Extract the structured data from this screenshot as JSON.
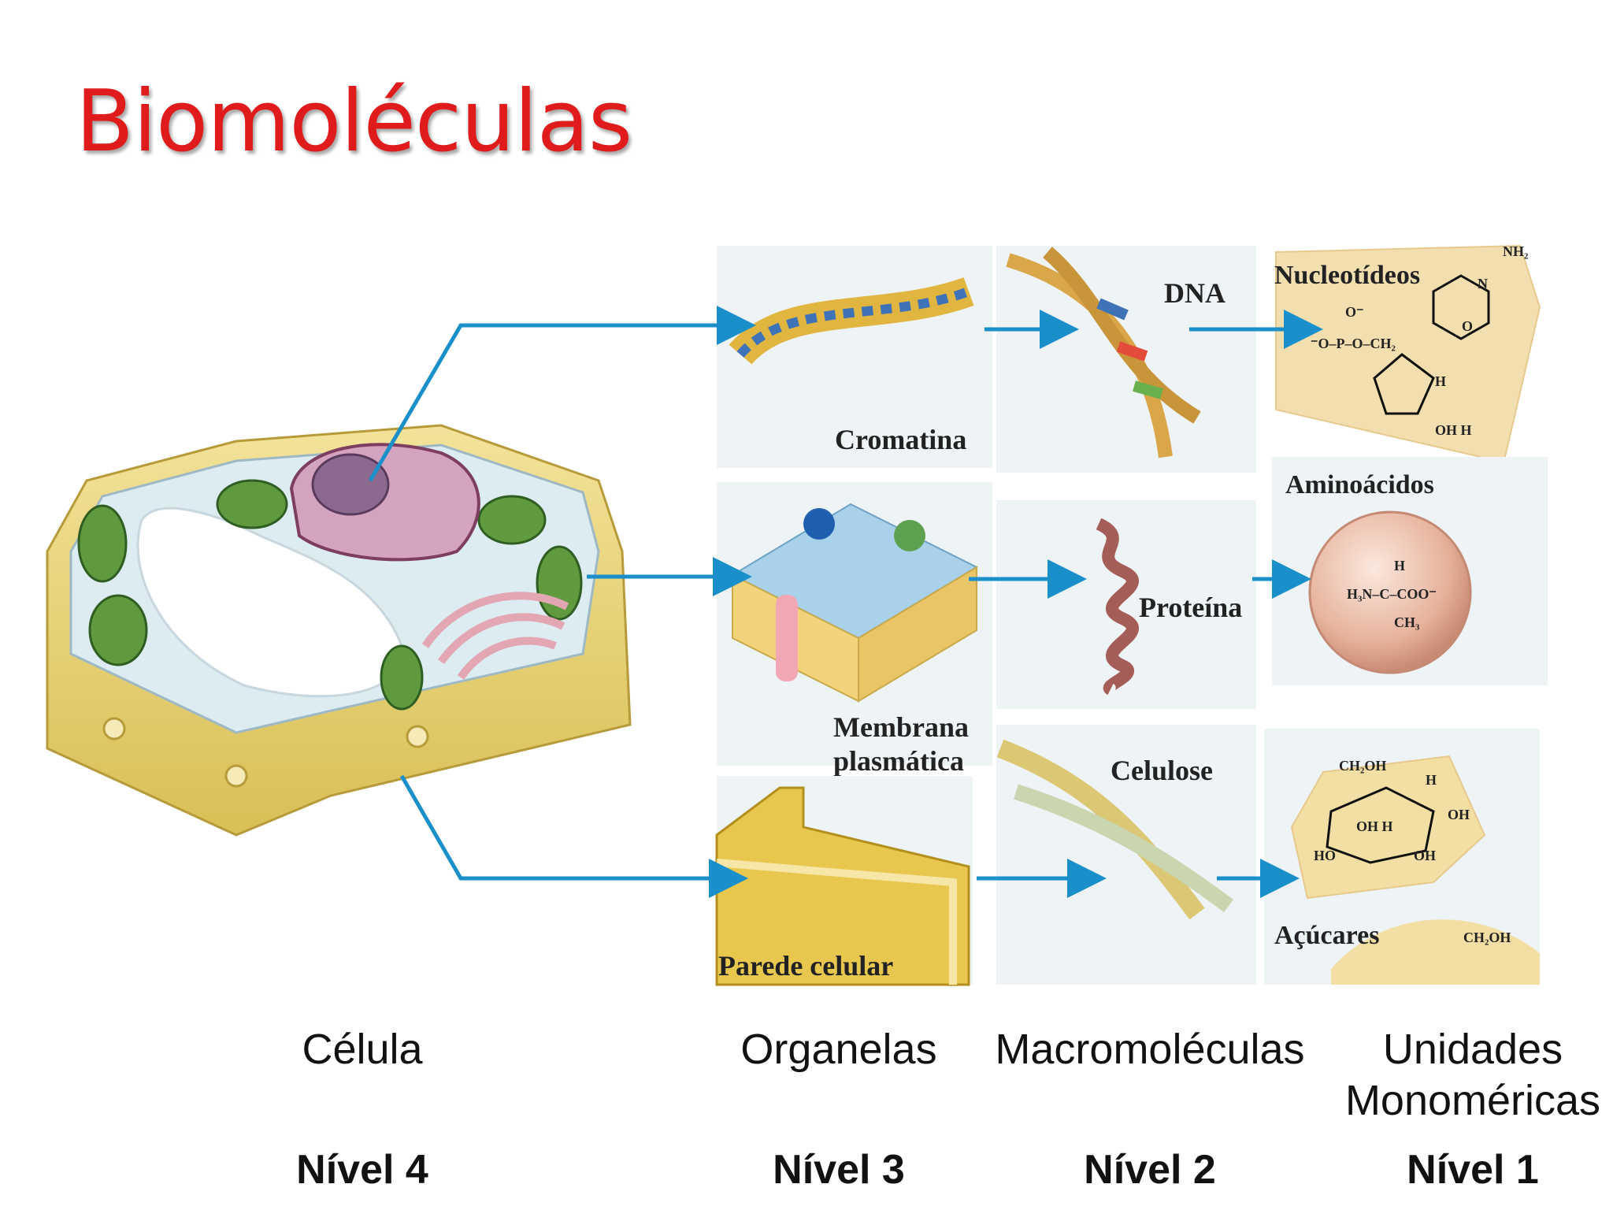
{
  "title": "Biomoléculas",
  "labels": {
    "cromatina": "Cromatina",
    "membrana_1": "Membrana",
    "membrana_2": "plasmática",
    "parede": "Parede celular",
    "dna": "DNA",
    "proteina": "Proteína",
    "celulose": "Celulose",
    "nucleotideos": "Nucleotídeos",
    "aminoacidos": "Aminoácidos",
    "acucares": "Açúcares"
  },
  "chem": {
    "nh2": "NH₂",
    "n": "N",
    "o": "O",
    "o_minus": "O⁻",
    "phosphate": "⁻O–P–O–CH₂",
    "h": "H",
    "oh_h": "OH  H",
    "amino_h": "H",
    "amino_core": "H₃N–C–COO⁻",
    "ch3": "CH₃",
    "ch2oh": "CH₂OH",
    "oh": "OH",
    "ho": "HO",
    "oh_h2": "OH H"
  },
  "columns": [
    {
      "name": "Célula",
      "level": "Nível 4"
    },
    {
      "name": "Organelas",
      "level": "Nível 3"
    },
    {
      "name": "Macromoléculas",
      "level": "Nível 2"
    },
    {
      "name_line1": "Unidades",
      "name_line2": "Monoméricas",
      "level": "Nível 1"
    }
  ],
  "colors": {
    "title": "#e01b1b",
    "arrow": "#1b8fc9",
    "cell_wall": "#e7d27a",
    "chloroplast": "#5f9a3e",
    "nucleus": "#a46a8e"
  }
}
